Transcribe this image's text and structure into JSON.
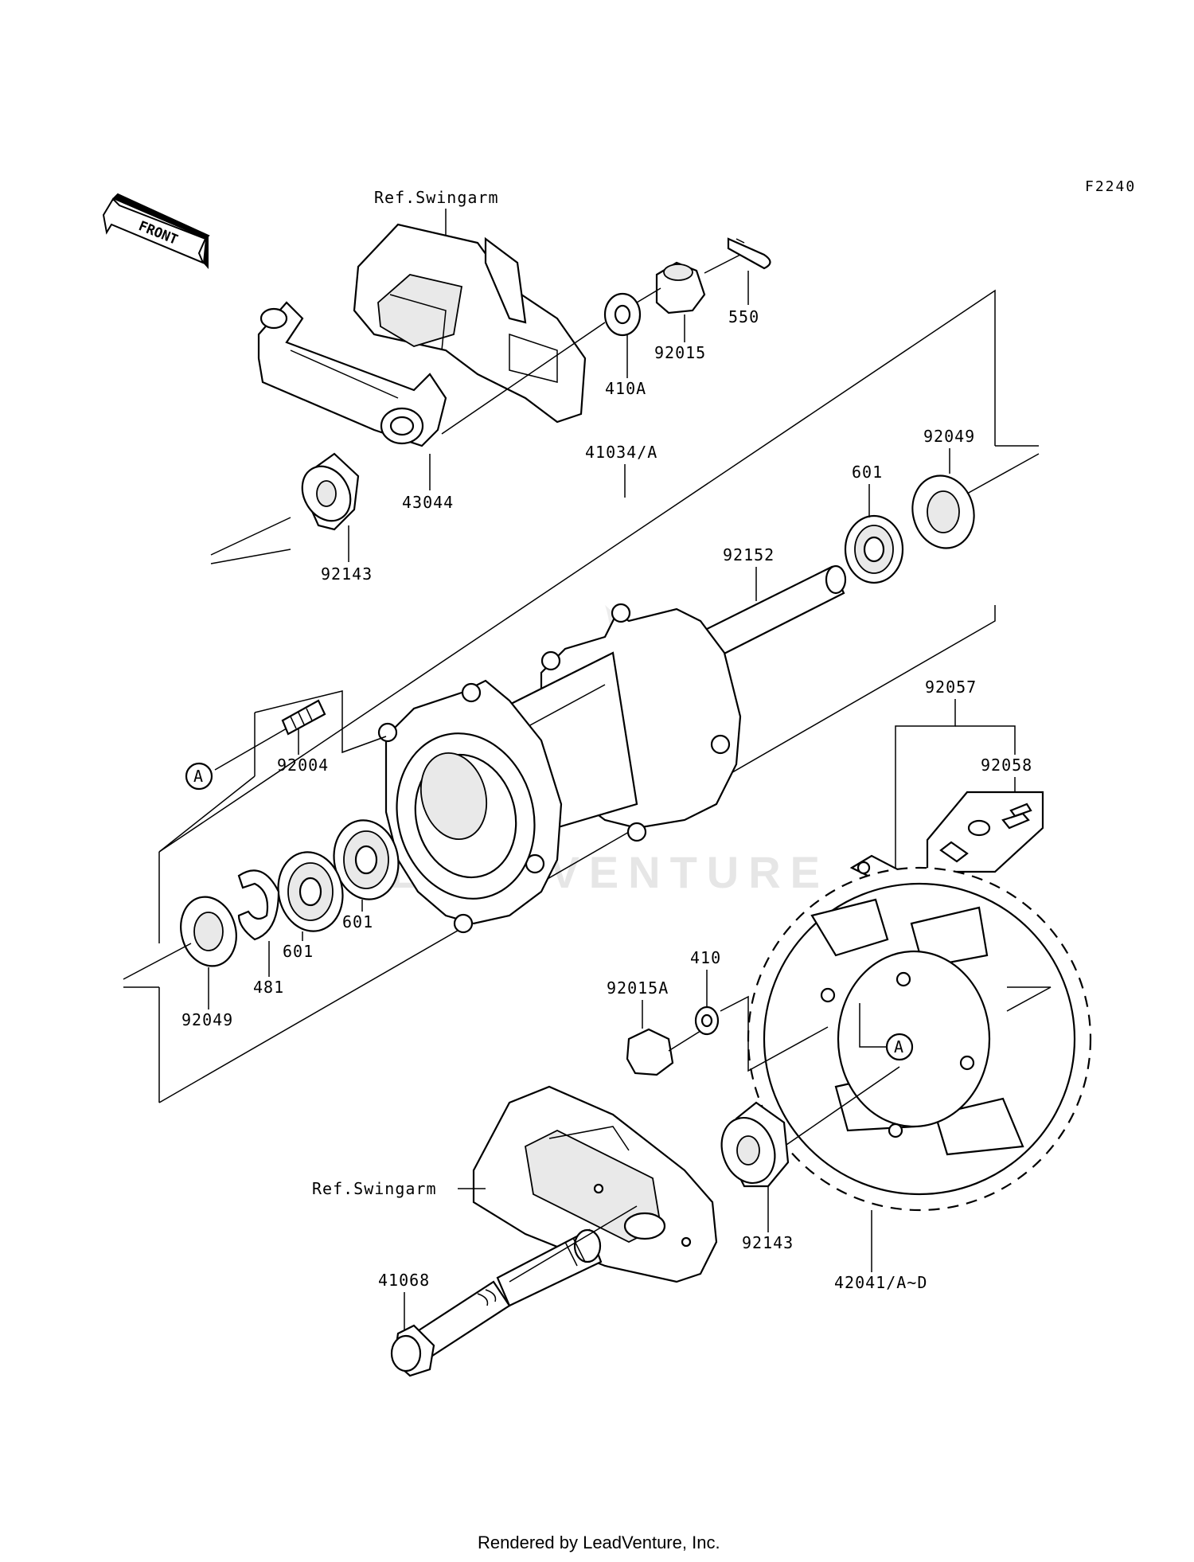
{
  "diagram": {
    "code": "F2240",
    "front_label": "FRONT",
    "watermark": "LEADVENTURE",
    "footer": "Rendered by LeadVenture, Inc.",
    "refs": {
      "swingarm_top": "Ref.Swingarm",
      "swingarm_bottom": "Ref.Swingarm"
    },
    "callouts": {
      "a_upper": "A",
      "a_lower": "A"
    },
    "parts": {
      "p550": "550",
      "p92015": "92015",
      "p410A": "410A",
      "p43044": "43044",
      "p92143_top": "92143",
      "p41034A": "41034/A",
      "p92049_top": "92049",
      "p601_top": "601",
      "p92152": "92152",
      "p92057": "92057",
      "p92058": "92058",
      "p92004": "92004",
      "p601_mid": "601",
      "p601_low": "601",
      "p481": "481",
      "p92049_low": "92049",
      "p410": "410",
      "p92015A": "92015A",
      "p92143_low": "92143",
      "p42041": "42041/A~D",
      "p41068": "41068"
    }
  }
}
